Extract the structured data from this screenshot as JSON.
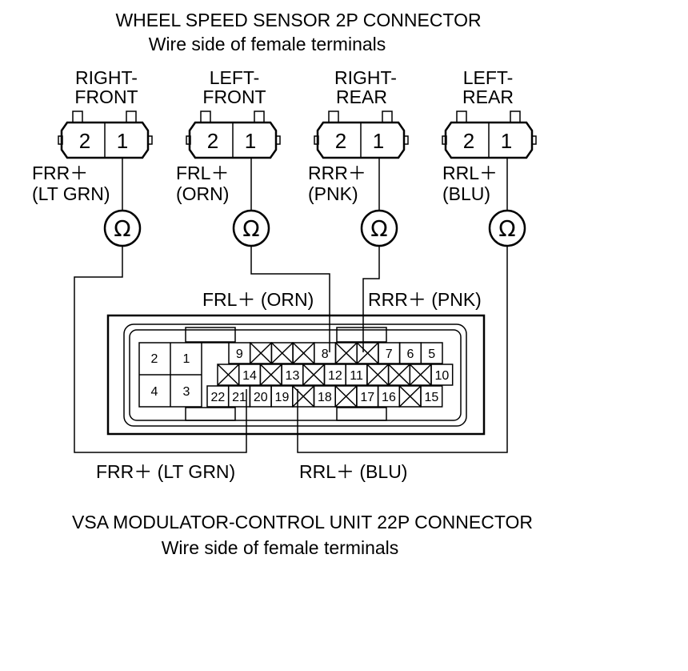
{
  "sensor_connector": {
    "title": "WHEEL SPEED SENSOR 2P CONNECTOR",
    "subtitle": "Wire side of female terminals",
    "connectors": [
      {
        "name_line1": "RIGHT-",
        "name_line2": "FRONT",
        "pin_left": "2",
        "pin_right": "1",
        "signal": "FRR＋",
        "wire_color": "(LT GRN)"
      },
      {
        "name_line1": "LEFT-",
        "name_line2": "FRONT",
        "pin_left": "2",
        "pin_right": "1",
        "signal": "FRL＋",
        "wire_color": "(ORN)"
      },
      {
        "name_line1": "RIGHT-",
        "name_line2": "REAR",
        "pin_left": "2",
        "pin_right": "1",
        "signal": "RRR＋",
        "wire_color": "(PNK)"
      },
      {
        "name_line1": "LEFT-",
        "name_line2": "REAR",
        "pin_left": "2",
        "pin_right": "1",
        "signal": "RRL＋",
        "wire_color": "(BLU)"
      }
    ],
    "meter_symbol": "Ω"
  },
  "modulator_connector": {
    "title": "VSA MODULATOR-CONTROL UNIT 22P CONNECTOR",
    "subtitle": "Wire side of female terminals",
    "wire_labels": {
      "frl": "FRL＋ (ORN)",
      "rrr": "RRR＋ (PNK)",
      "frr": "FRR＋ (LT GRN)",
      "rrl": "RRL＋ (BLU)"
    },
    "big_cells": [
      "2",
      "1",
      "4",
      "3"
    ],
    "row1": [
      "9",
      "X",
      "X",
      "X",
      "8",
      "X",
      "X",
      "7",
      "6",
      "5"
    ],
    "row2": [
      "X",
      "14",
      "X",
      "13",
      "X",
      "12",
      "11",
      "X",
      "X",
      "X",
      "10"
    ],
    "row3": [
      "22",
      "21",
      "20",
      "19",
      "X",
      "18",
      "X",
      "17",
      "16",
      "X",
      "15"
    ]
  }
}
